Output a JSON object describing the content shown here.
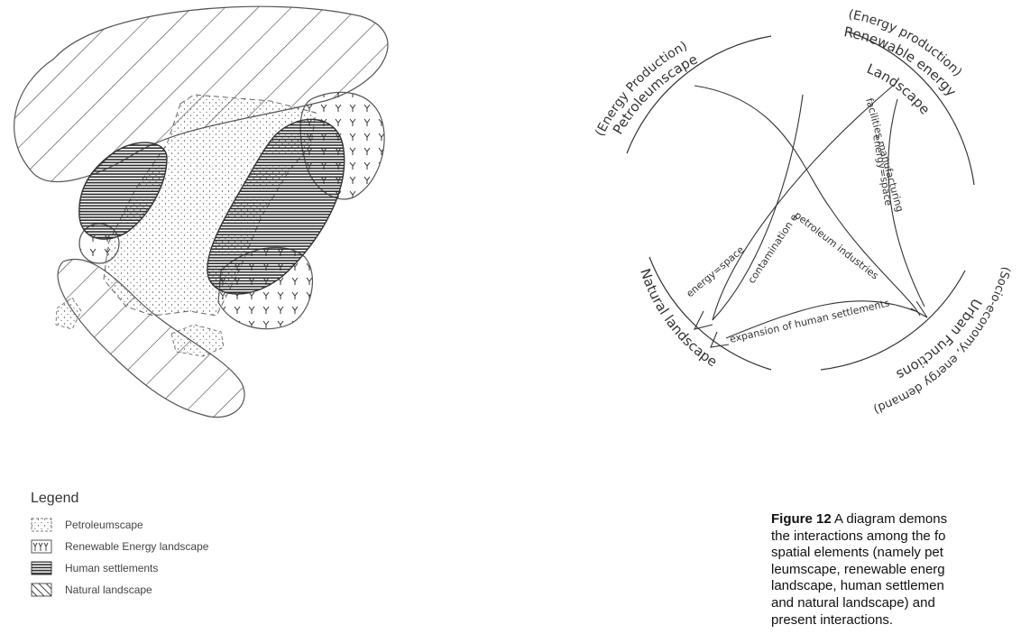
{
  "legend": {
    "title": "Legend",
    "items": [
      {
        "label": "Petroleumscape",
        "icon": "dotted-hatch-icon"
      },
      {
        "label": "Renewable Energy landscape",
        "icon": "y-symbol-hatch-icon"
      },
      {
        "label": "Human settlements",
        "icon": "horizontal-line-hatch-icon"
      },
      {
        "label": "Natural landscape",
        "icon": "diagonal-line-hatch-icon"
      }
    ]
  },
  "caption": {
    "figure": "Figure 12",
    "lines": [
      "A diagram demons",
      "the interactions among the fo",
      "spatial elements (namely pet",
      "leumscape, renewable energ",
      "landscape, human settlemen",
      "and natural landscape) and",
      "present interactions."
    ]
  },
  "diagram": {
    "nodes": [
      {
        "id": "petroleum",
        "lines": [
          "(Energy Production)",
          "Petroleumscape"
        ]
      },
      {
        "id": "renewable",
        "lines": [
          "(Energy production)",
          "Renewable energy",
          "Landscape"
        ]
      },
      {
        "id": "urban",
        "lines": [
          "(Socio-economy, energy demand)",
          "Urban Functions"
        ]
      },
      {
        "id": "natural",
        "lines": [
          "Natural landscape"
        ]
      }
    ],
    "edges": [
      {
        "label": "energy=space"
      },
      {
        "label": "contamination etc."
      },
      {
        "label": "petroleum industries"
      },
      {
        "label": "facilities manufacturing"
      },
      {
        "label": "energy=space"
      },
      {
        "label": "expansion of human settlements"
      }
    ]
  }
}
